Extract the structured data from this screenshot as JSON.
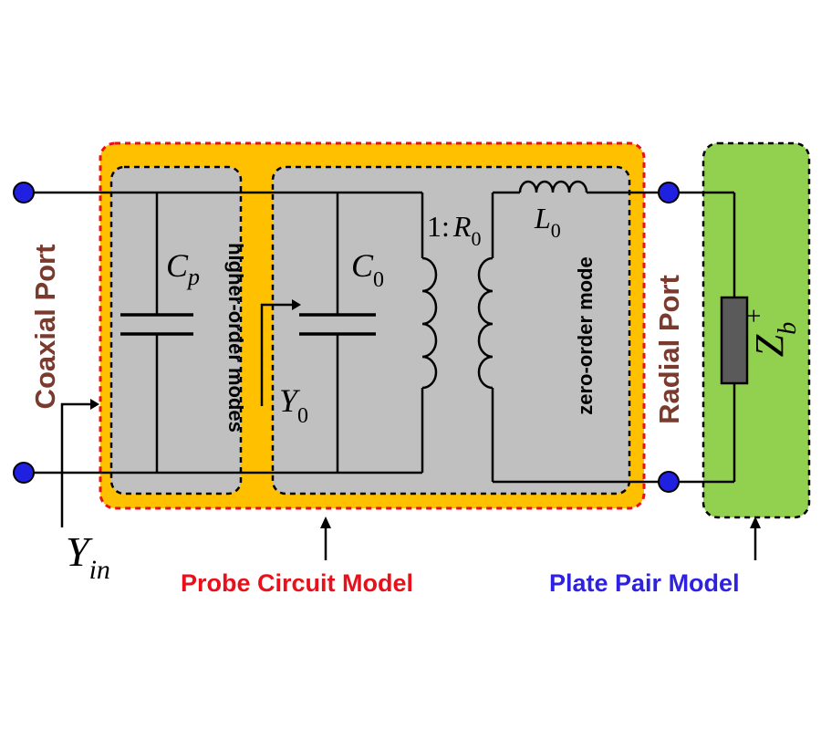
{
  "colors": {
    "probe_fill": "#FFC000",
    "probe_border": "#E8101A",
    "inner_fill": "#C0C0C0",
    "plate_fill": "#92D050",
    "port_node": "#2020E0",
    "port_label": "#7A3A2E",
    "probe_caption": "#E8101A",
    "plate_caption": "#2E22E0",
    "resistor_fill": "#5A5A5A"
  },
  "labels": {
    "coaxial_port": "Coaxial Port",
    "radial_port": "Radial Port",
    "higher_order_modes": "higher-order modes",
    "zero_order_mode": "zero-order mode",
    "probe_circuit_model": "Probe Circuit Model",
    "plate_pair_model": "Plate Pair Model"
  },
  "symbols": {
    "cp": {
      "base": "C",
      "sub": "p"
    },
    "c0": {
      "base": "C",
      "sub": "0"
    },
    "y0": {
      "base": "Y",
      "sub": "0"
    },
    "yin": {
      "base": "Y",
      "sub": "in"
    },
    "l0": {
      "base": "L",
      "sub": "0"
    },
    "ratio": {
      "prefix": "1:",
      "base": "R",
      "sub": "0"
    },
    "zb": {
      "base": "Z",
      "sub": "b",
      "sup": "+"
    }
  }
}
